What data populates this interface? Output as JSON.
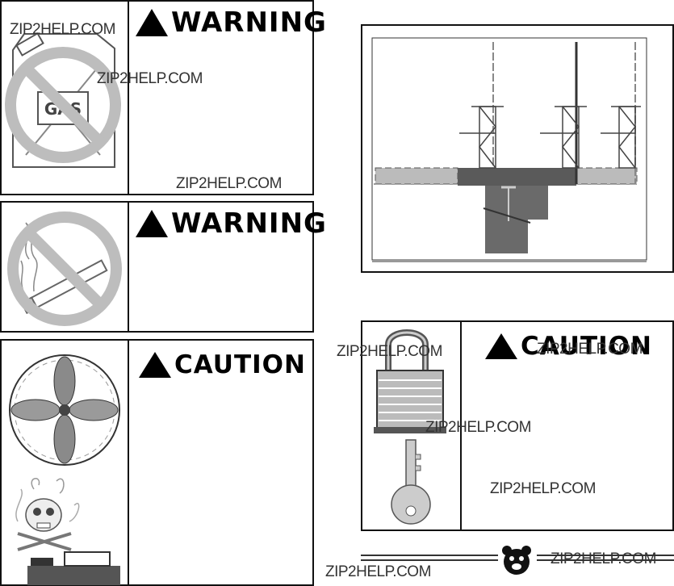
{
  "panels": {
    "gas_warning": {
      "signal_word": "WARNING",
      "icon": "no-gasoline-icon",
      "can_label": "GAS"
    },
    "smoke_warning": {
      "signal_word": "WARNING",
      "icon": "no-smoking-icon"
    },
    "ventilation_caution": {
      "signal_word": "CAUTION",
      "icons": [
        "fan-icon",
        "toxic-fumes-skull-icon"
      ]
    },
    "lockout_caution": {
      "signal_word": "CAUTION",
      "icons": [
        "padlock-icon",
        "key-icon"
      ]
    }
  },
  "diagram": {
    "icon": "machine-elevation-diagram"
  },
  "footer": {
    "logo": "bear-logo-icon"
  },
  "watermarks": {
    "w1": "ZIP2HELP.COM",
    "w2": "ZIP2HELP.COM",
    "w3": "ZIP2HELP.COM",
    "w4": "ZIP2HELP.COM",
    "w5": "ZIP2HELP.COM",
    "w6": "ZIP2HELP.COM",
    "w7": "ZIP2HELP.COM",
    "w8": "ZIP2HELP.COM",
    "w9": "ZIP2HELP.COM"
  },
  "colors": {
    "line": "#111111",
    "prohibition": "#bdbdbd",
    "diagram_fill": "#5a5a5a",
    "diagram_light": "#bbbbbb"
  }
}
